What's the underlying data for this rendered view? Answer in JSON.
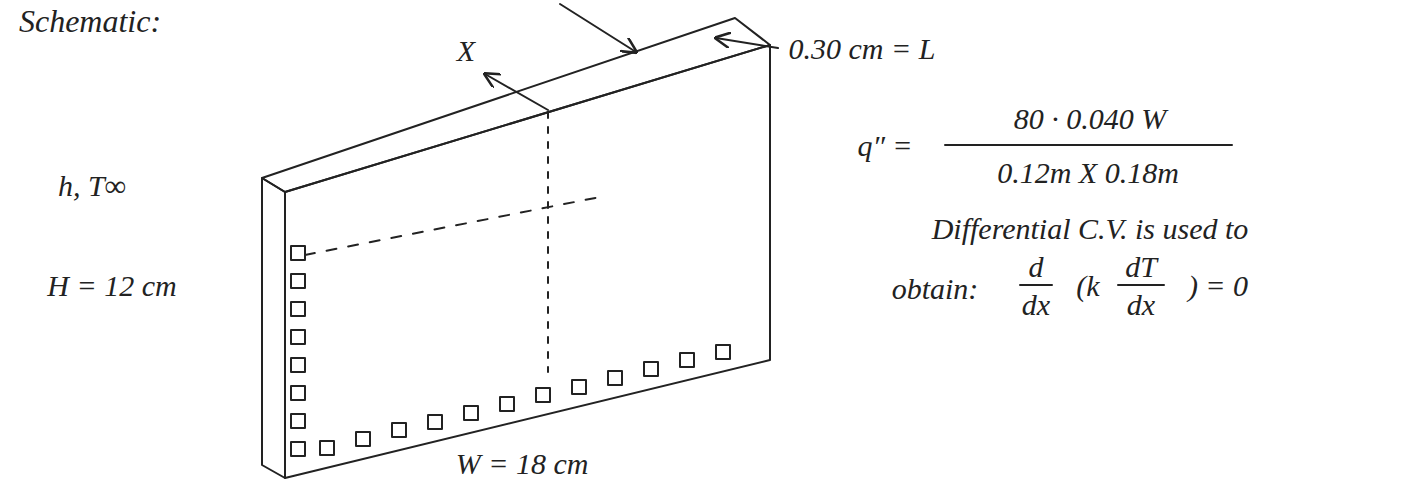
{
  "diagram": {
    "title": "Schematic:",
    "labels": [
      "X",
      "0.30 cm = L",
      "h, T∞",
      "H = 12 cm",
      "W = 18 cm",
      "q″ =",
      "80 · 0.040 W",
      "0.12m X 0.18m",
      "Differential C.V. is used to",
      "obtain:",
      "d",
      "dx",
      "(k",
      "dT",
      "dx",
      ") = 0"
    ]
  }
}
